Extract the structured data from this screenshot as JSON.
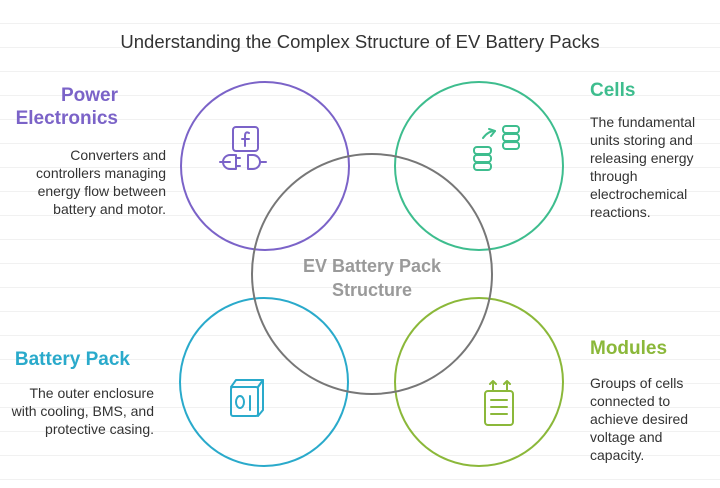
{
  "title": "Understanding the Complex Structure of EV Battery Packs",
  "center": {
    "label": "EV Battery Pack Structure"
  },
  "colors": {
    "power": "#7b63c8",
    "cells": "#3ebd8e",
    "battery": "#2aaacb",
    "modules": "#8bb83a",
    "center": "#777777"
  },
  "sections": {
    "power": {
      "title": "Power Electronics",
      "description": "Converters and controllers managing energy flow between battery and motor.",
      "icon": "power-plug-icon"
    },
    "cells": {
      "title": "Cells",
      "description": "The fundamental units storing and releasing energy through electrochemical reactions.",
      "icon": "cell-stack-icon"
    },
    "battery": {
      "title": "Battery Pack",
      "description": "The outer enclosure with cooling, BMS, and protective casing.",
      "icon": "battery-enclosure-icon"
    },
    "modules": {
      "title": "Modules",
      "description": "Groups of cells connected to achieve desired voltage and capacity.",
      "icon": "module-terminals-icon"
    }
  }
}
